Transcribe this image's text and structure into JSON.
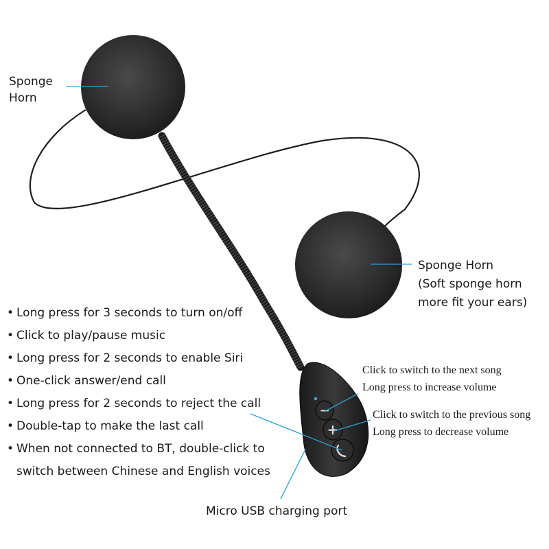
{
  "labels": {
    "sponge_top_line1": "Sponge",
    "sponge_top_line2": "Horn",
    "sponge_right_line1": "Sponge Horn",
    "sponge_right_line2": "(Soft sponge horn",
    "sponge_right_line3": "more fit your ears)",
    "next_song": "Click to switch to the next song",
    "increase_volume": "Long press to increase volume",
    "previous_song": "Click to switch to the previous song",
    "decrease_volume": "Long press to decrease volume",
    "usb_port": "Micro USB charging port"
  },
  "features": [
    "Long press for 3 seconds to turn on/off",
    "Click to play/pause music",
    "Long press for 2 seconds to enable Siri",
    "One-click answer/end call",
    "Long press for 2 seconds to reject the call",
    "Double-tap to make the last call",
    "When not connected to BT, double-click to"
  ],
  "features_continuation": "switch between Chinese and English voices",
  "buttons": {
    "minus": "−",
    "plus": "+"
  },
  "colors": {
    "leader_line": "#2a9fd6",
    "foam": "#2b2b2b",
    "cable": "#1f1f1f"
  }
}
